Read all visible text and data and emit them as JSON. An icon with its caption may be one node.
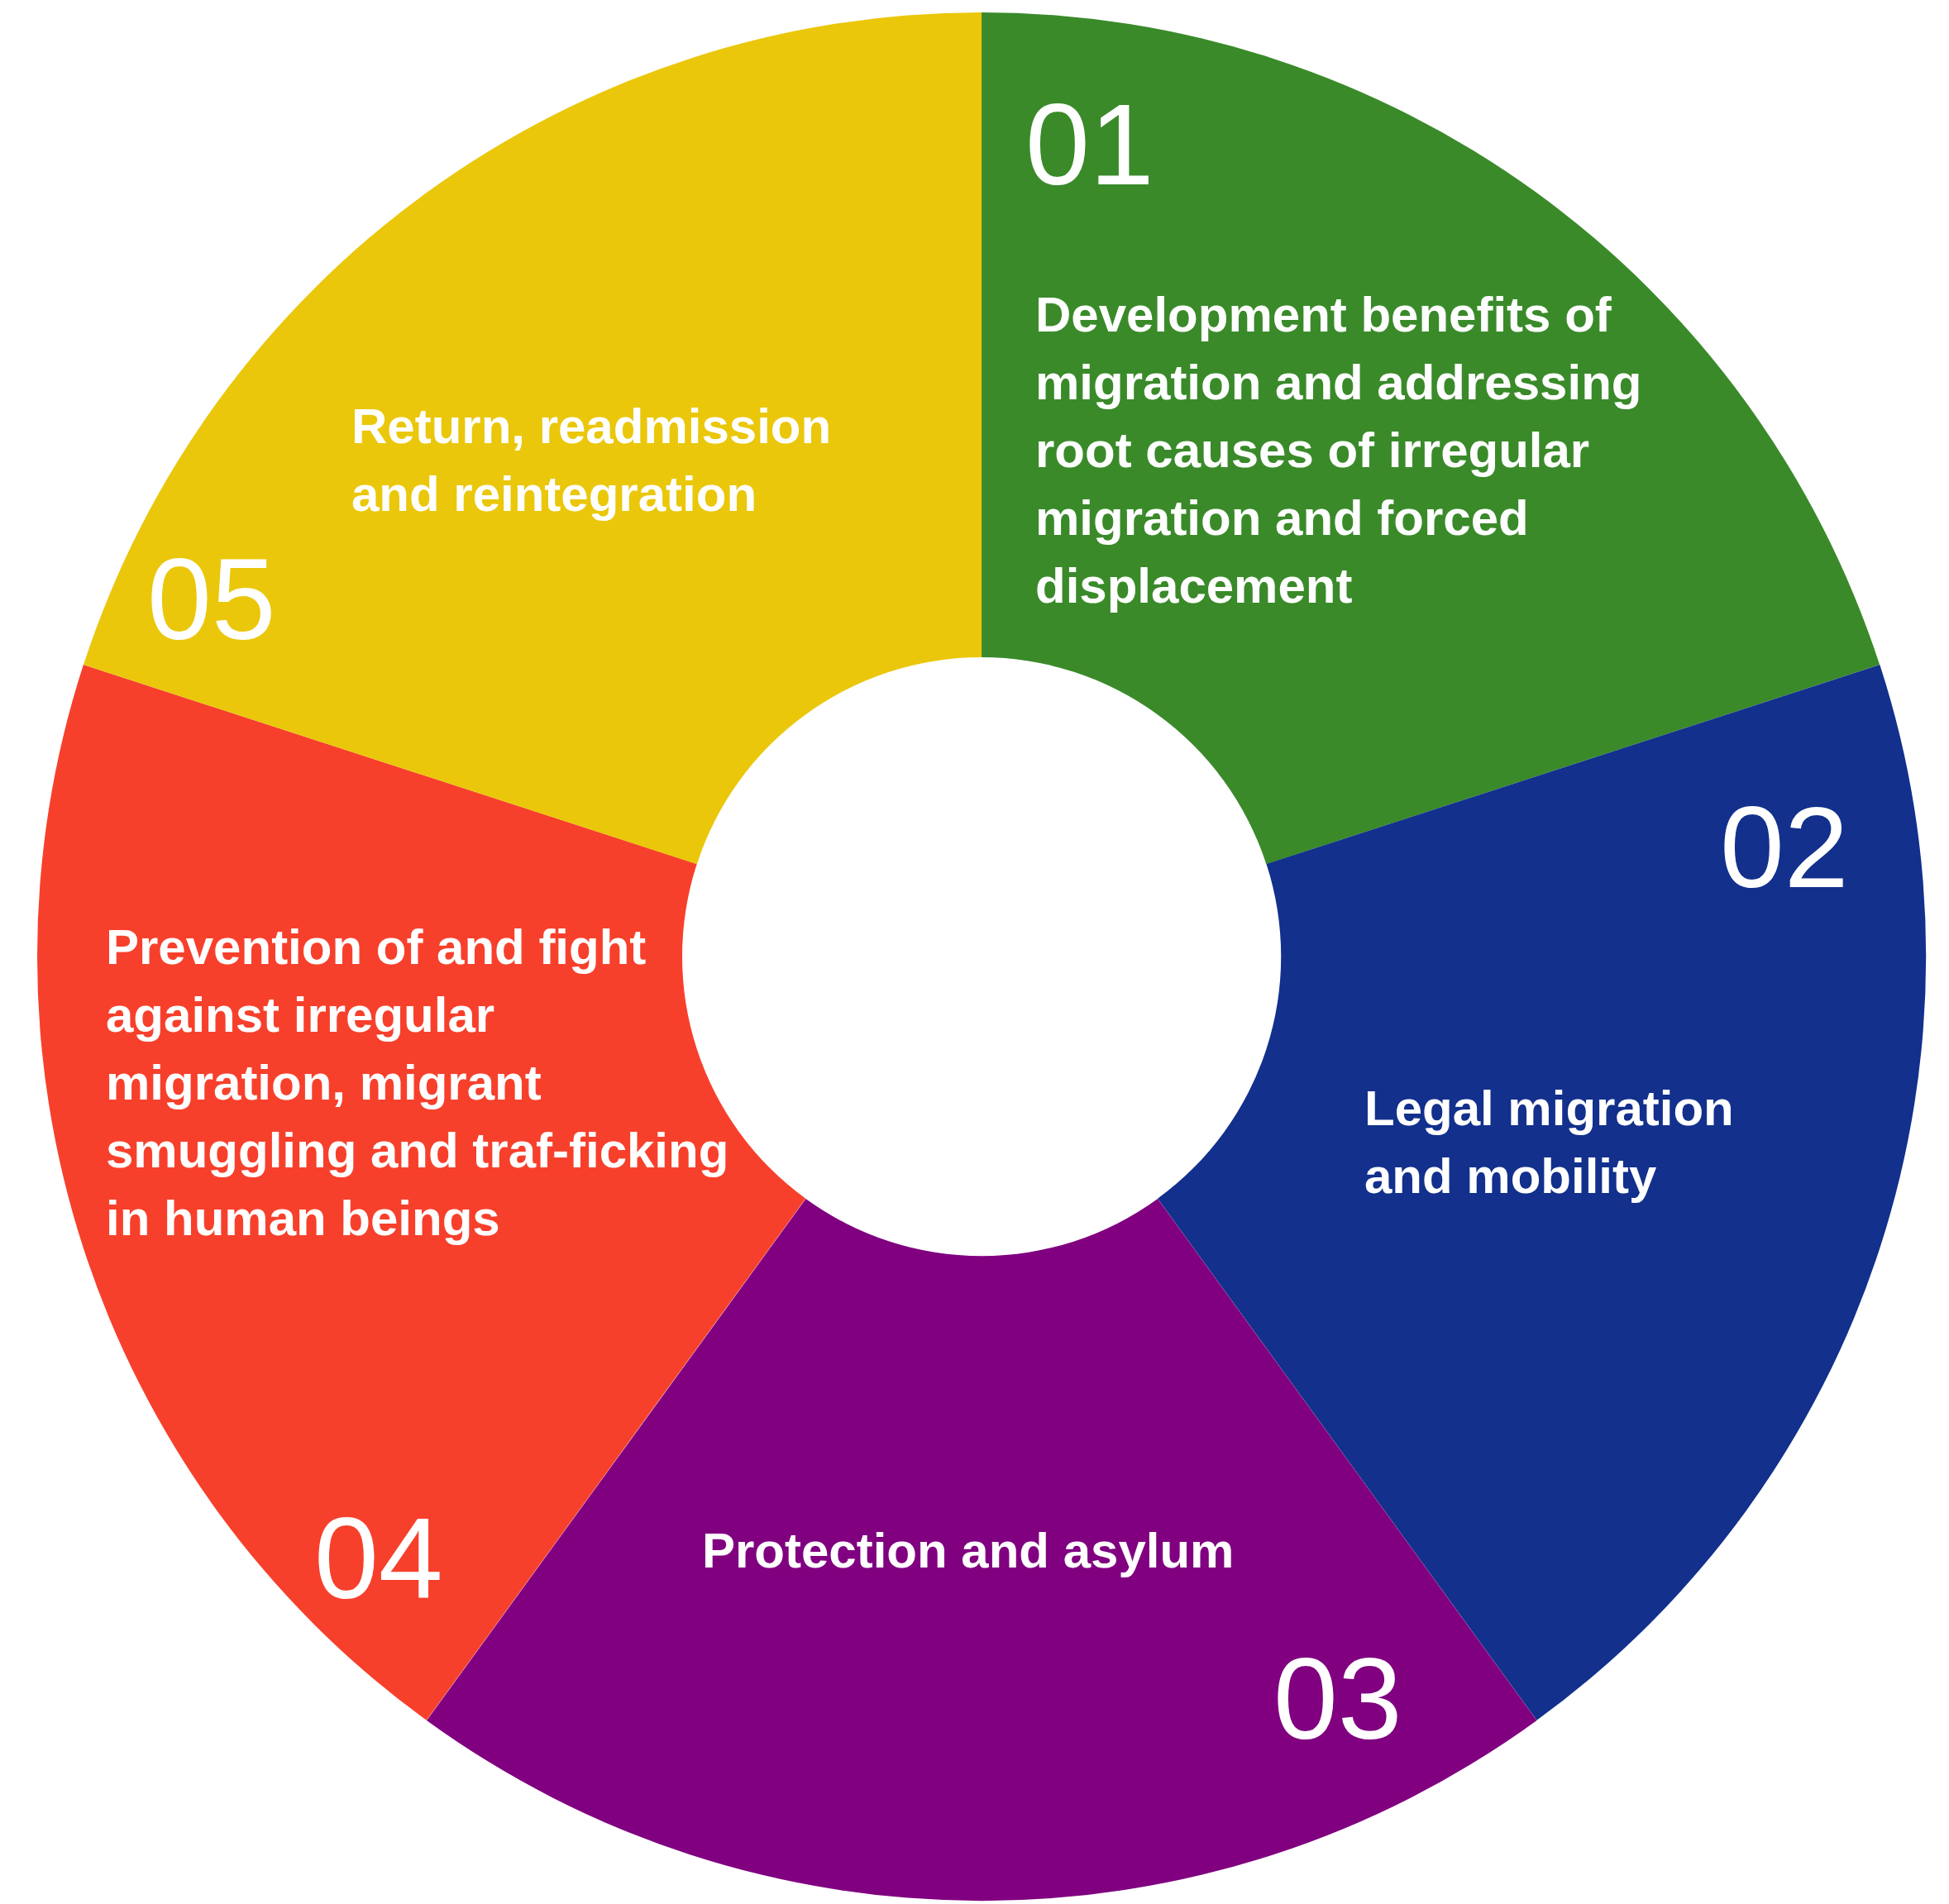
{
  "diagram": {
    "nodes": [
      {
        "text": [
          "01",
          "Development benefits of migration and addressing root causes of irregular migration and forced displacement"
        ]
      },
      {
        "text": [
          "02",
          "Legal migration and mobility"
        ]
      },
      {
        "text": [
          "Protection and asylum",
          "03"
        ]
      },
      {
        "text": [
          "Prevention of and fight against irregular migration, migrant smuggling and traf-ficking in human beings",
          "04"
        ]
      },
      {
        "text": [
          "Return, readmission and reintegration",
          "05"
        ]
      }
    ]
  }
}
